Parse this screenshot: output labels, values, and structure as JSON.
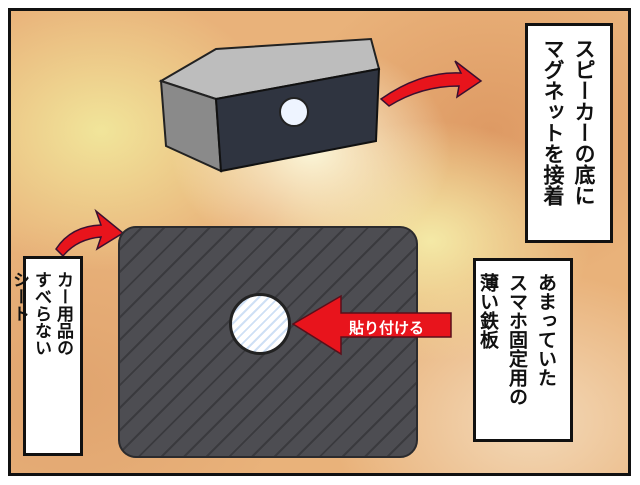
{
  "captions": {
    "magnet": [
      "スピーカーの底に",
      "マグネットを接着"
    ],
    "plate": [
      "あまっていた",
      "スマホ固定用の",
      "薄い鉄板"
    ],
    "sheet": [
      "カー用品の",
      "すべらない",
      "シート"
    ]
  },
  "arrow_label": "貼り付ける",
  "colors": {
    "arrow": "#e8141c",
    "sheet": "#4d4d52",
    "speaker": "#2f3440"
  }
}
